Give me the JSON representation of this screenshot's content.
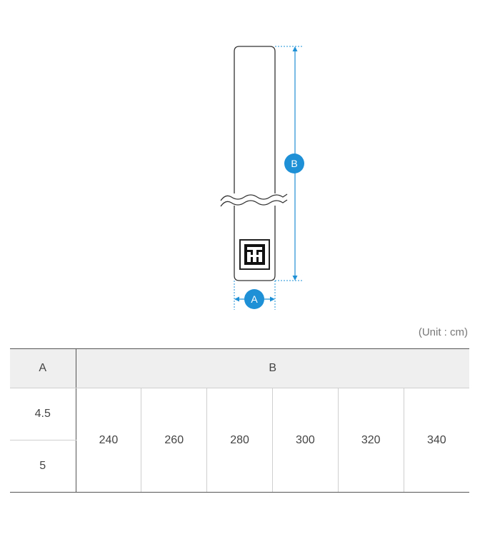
{
  "diagram": {
    "label_a": "A",
    "label_b": "B",
    "accent_color": "#1e90d6",
    "outline_color": "#333333",
    "logo": "belt-brand-logo"
  },
  "unit_note": "(Unit : cm)",
  "table": {
    "header_a": "A",
    "header_b": "B",
    "a_values": [
      "4.5",
      "5"
    ],
    "b_values": [
      "240",
      "260",
      "280",
      "300",
      "320",
      "340"
    ]
  }
}
